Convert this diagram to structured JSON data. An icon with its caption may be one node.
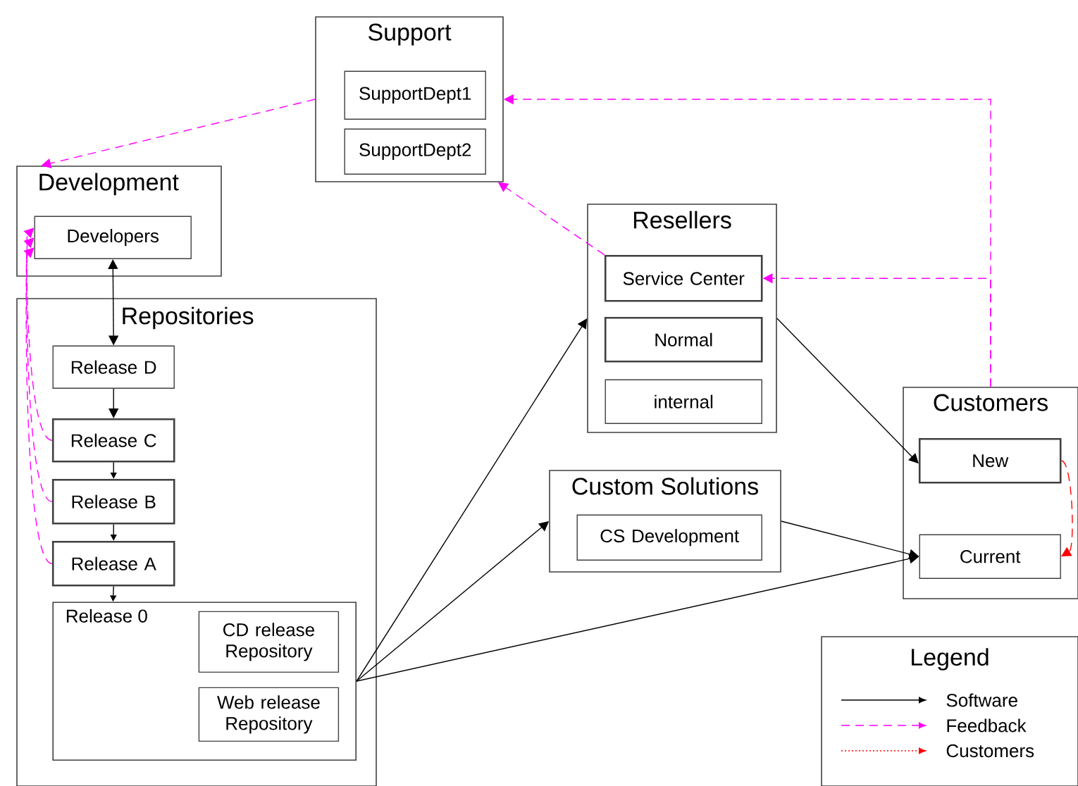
{
  "diagram": {
    "nodes": [
      {
        "text": [
          "Support"
        ]
      },
      {
        "text": [
          "SupportDept1"
        ],
        "in": 0
      },
      {
        "text": [
          "SupportDept2"
        ],
        "in": 0
      },
      {
        "text": [
          "Development"
        ]
      },
      {
        "text": [
          "Developers"
        ],
        "in": 3
      },
      {
        "text": [
          "Repositories"
        ]
      },
      {
        "text": [
          "Release D"
        ],
        "in": 5
      },
      {
        "text": [
          "Release C"
        ],
        "in": 5
      },
      {
        "text": [
          "Release B"
        ],
        "in": 5
      },
      {
        "text": [
          "Release A"
        ],
        "in": 5
      },
      {
        "text": [
          "Release 0"
        ],
        "in": 5
      },
      {
        "text": [
          "CD release Repository"
        ],
        "in": 10
      },
      {
        "text": [
          "Web release Repository"
        ],
        "in": 10
      },
      {
        "text": [
          "Resellers"
        ]
      },
      {
        "text": [
          "Service Center"
        ],
        "in": 13
      },
      {
        "text": [
          "Normal"
        ],
        "in": 13
      },
      {
        "text": [
          "internal"
        ],
        "in": 13
      },
      {
        "text": [
          "Custom Solutions"
        ]
      },
      {
        "text": [
          "CS Development"
        ],
        "in": 17
      },
      {
        "text": [
          "Customers"
        ]
      },
      {
        "text": [
          "New"
        ],
        "in": 19
      },
      {
        "text": [
          "Current"
        ],
        "in": 19
      }
    ],
    "edges": [
      {
        "from": 0,
        "to": 3,
        "arrow": "to",
        "style": "dashed",
        "color": "#ff00ff"
      },
      {
        "from": 4,
        "to": 6,
        "arrow": "both"
      },
      {
        "from": 6,
        "to": 7,
        "arrow": "to"
      },
      {
        "from": 7,
        "to": 8,
        "arrow": "to"
      },
      {
        "from": 8,
        "to": 9,
        "arrow": "to"
      },
      {
        "from": 9,
        "to": 10,
        "arrow": "to"
      },
      {
        "from": 7,
        "to": 4,
        "arrow": "to",
        "style": "dashed",
        "color": "#ff00ff"
      },
      {
        "from": 8,
        "to": 4,
        "arrow": "to",
        "style": "dashed",
        "color": "#ff00ff"
      },
      {
        "from": 9,
        "to": 4,
        "arrow": "to",
        "style": "dashed",
        "color": "#ff00ff"
      },
      {
        "from": 10,
        "to": 13,
        "arrow": "to"
      },
      {
        "from": 10,
        "to": 17,
        "arrow": "to"
      },
      {
        "from": 10,
        "to": 21,
        "arrow": "to"
      },
      {
        "from": 13,
        "to": 20,
        "arrow": "to"
      },
      {
        "from": 17,
        "to": 21,
        "arrow": "to"
      },
      {
        "from": 14,
        "to": 0,
        "arrow": "to",
        "style": "dashed",
        "color": "#ff00ff"
      },
      {
        "from": 19,
        "to": 0,
        "arrow": "to",
        "style": "dashed",
        "color": "#ff00ff"
      },
      {
        "from": 19,
        "to": 14,
        "arrow": "to",
        "style": "dashed",
        "color": "#ff00ff"
      },
      {
        "from": 20,
        "to": 21,
        "arrow": "to",
        "style": "dashed",
        "color": "#ff0000"
      }
    ],
    "labels": [
      "Legend"
    ],
    "legend": [
      {
        "text": "Software"
      },
      {
        "text": "Feedback"
      },
      {
        "text": "Customers"
      }
    ]
  }
}
